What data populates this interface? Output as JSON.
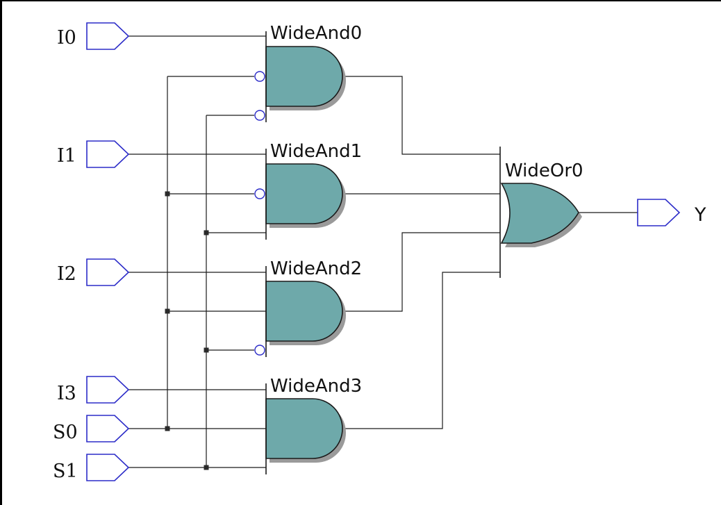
{
  "diagram": {
    "inputs": {
      "i0": "I0",
      "i1": "I1",
      "i2": "I2",
      "i3": "I3",
      "s0": "S0",
      "s1": "S1"
    },
    "output": {
      "y": "Y"
    },
    "gates": {
      "and0": "WideAnd0",
      "and1": "WideAnd1",
      "and2": "WideAnd2",
      "and3": "WideAnd3",
      "or0": "WideOr0"
    },
    "colors": {
      "gate_fill": "#6ea9aa",
      "port_stroke": "#2b2bc8",
      "wire": "#1a1a1a",
      "border": "#000000"
    }
  }
}
